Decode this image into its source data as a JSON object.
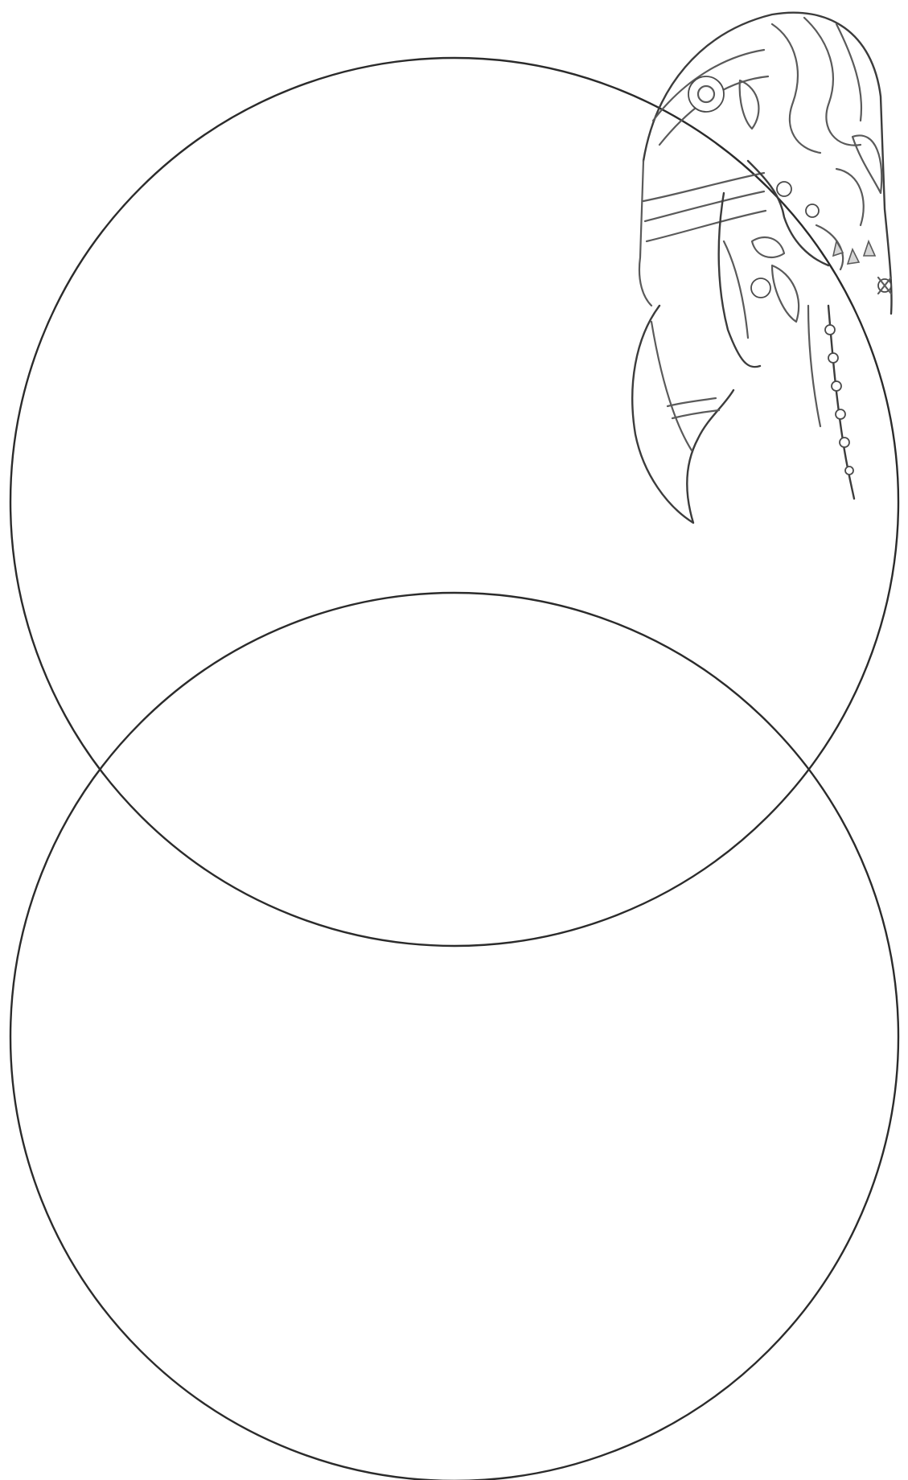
{
  "diagram": {
    "type": "venn",
    "circle_count": 2,
    "line_color": "#2b2b2b",
    "background": "#ffffff",
    "circles": [
      {
        "id": "top"
      },
      {
        "id": "bottom"
      }
    ]
  },
  "illustration": {
    "style": "line-art coloring sketch",
    "ink_color": "#5a5a5a"
  }
}
